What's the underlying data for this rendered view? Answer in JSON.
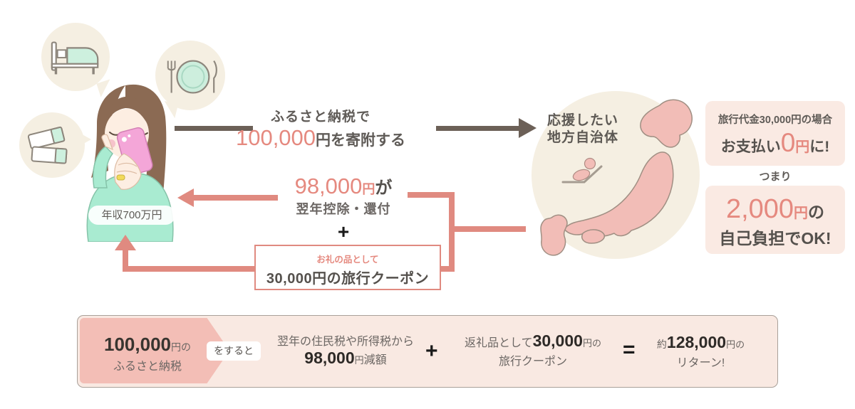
{
  "colors": {
    "accent_salmon": "#E5897F",
    "arrow_brown": "#6C6057",
    "cream_circle": "#F5EFE2",
    "map_pink": "#F2BDB7",
    "box_pink": "#FAEAE3",
    "bar_pink": "#F9E9E2",
    "chevron_pink": "#F3BEB6",
    "mint": "#C9EFDC"
  },
  "person": {
    "income_label": "年収700万円"
  },
  "donate_flow": {
    "line1": "ふるさと納税で",
    "amount": "100,000",
    "suffix": "円を寄附する"
  },
  "municipality": {
    "line1": "応援したい",
    "line2": "地方自治体"
  },
  "payment_box": {
    "line1": "旅行代金30,000円の場合",
    "pay_prefix": "お支払い",
    "zero": "0",
    "yen": "円",
    "suffix": "に!"
  },
  "tsumari": "つまり",
  "burden_box": {
    "amount": "2,000",
    "yen": "円",
    "no": "の",
    "line2": "自己負担でOK!"
  },
  "refund_flow": {
    "amount": "98,000",
    "yen": "円",
    "ga": "が",
    "line2": "翌年控除・還付",
    "plus": "+"
  },
  "coupon_box": {
    "label": "お礼の品として",
    "value": "30,000円の旅行クーポン"
  },
  "summary_bar": {
    "donation_amount": "100,000",
    "donation_suffix": "円の",
    "donation_line2": "ふるさと納税",
    "wosuruto": "をすると",
    "deduction_line1": "翌年の住民税や所得税から",
    "deduction_amount": "98,000",
    "deduction_yen": "円",
    "deduction_suffix": "減額",
    "plus": "+",
    "gift_prefix": "返礼品として",
    "gift_amount": "30,000",
    "gift_suffix": "円の",
    "gift_line2": "旅行クーポン",
    "equals": "=",
    "total_prefix": "約",
    "total_amount": "128,000",
    "total_suffix": "円の",
    "total_line2": "リターン!"
  }
}
